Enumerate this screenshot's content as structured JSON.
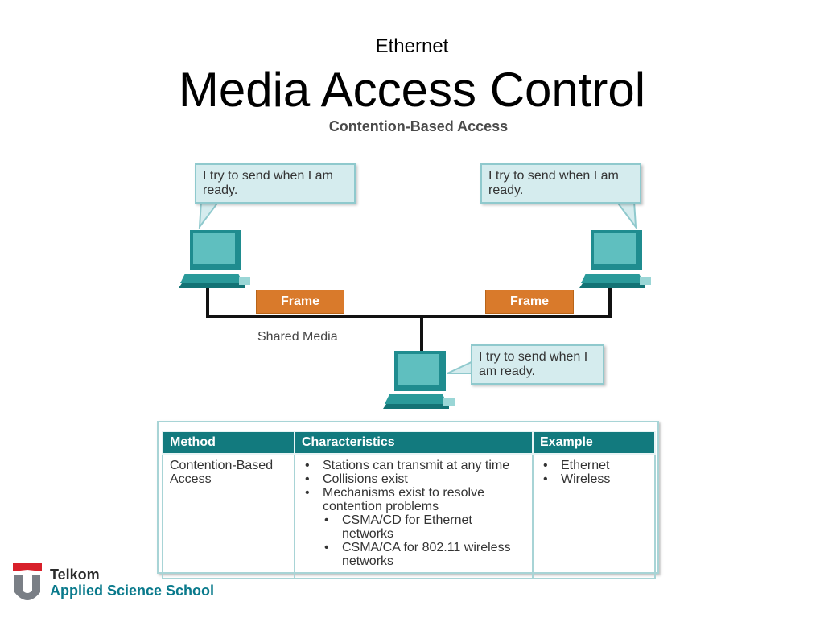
{
  "slide": {
    "subtitle": "Ethernet",
    "title": "Media Access Control"
  },
  "diagram": {
    "heading": "Contention-Based Access",
    "bubbles": [
      "I try to send when I am ready.",
      "I try to send when I am ready.",
      "I try to send when I am ready."
    ],
    "frames": [
      "Frame",
      "Frame"
    ],
    "shared_media_label": "Shared Media",
    "colors": {
      "teal": "#127a7e",
      "frame_orange": "#d97a2b",
      "bubble_fill": "#d5ecee"
    }
  },
  "table": {
    "headers": [
      "Method",
      "Characteristics",
      "Example"
    ],
    "row": {
      "method": "Contention-Based Access",
      "characteristics": [
        "Stations can transmit at any time",
        "Collisions exist",
        "Mechanisms exist to resolve contention problems"
      ],
      "sub_characteristics": [
        "CSMA/CD for Ethernet networks",
        "CSMA/CA for 802.11 wireless networks"
      ],
      "examples": [
        "Ethernet",
        "Wireless"
      ]
    }
  },
  "logo": {
    "line1": "Telkom",
    "line2": "Applied Science School"
  }
}
